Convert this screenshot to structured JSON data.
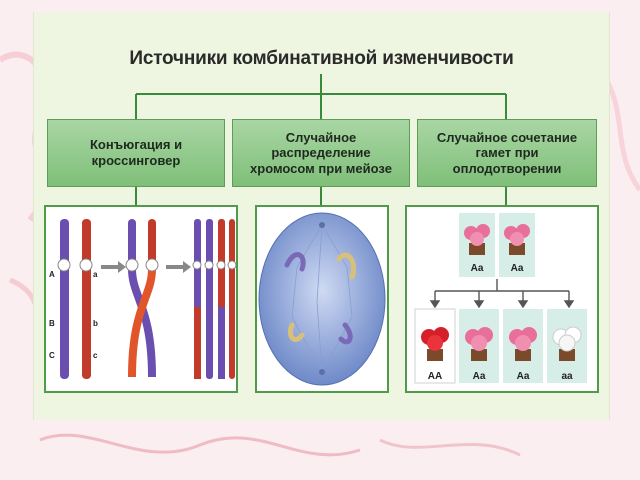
{
  "title": "Источники комбинативной изменчивости",
  "boxes": [
    {
      "label": "Конъюгация и\nкроссинговер"
    },
    {
      "label": "Случайное распределение\nхромосом при мейозе"
    },
    {
      "label": "Случайное сочетание\nгамет при оплодотворении"
    }
  ],
  "crossing": {
    "gene_labels": {
      "A": "A",
      "a": "a",
      "B": "B",
      "b": "b",
      "C": "C",
      "c": "c"
    }
  },
  "flowers": {
    "parents": [
      {
        "genotype": "Aa"
      },
      {
        "genotype": "Aa"
      }
    ],
    "offspring": [
      {
        "genotype": "AA"
      },
      {
        "genotype": "Aa"
      },
      {
        "genotype": "Aa"
      },
      {
        "genotype": "aa"
      }
    ]
  },
  "colors": {
    "box_fill": "#8fc98a",
    "panel_border": "#4f9b4a",
    "line": "#3a8a3c",
    "chrom_purple": "#6a4fb0",
    "chrom_red": "#c23a2a",
    "cell_blue": "#8fa6d8"
  }
}
